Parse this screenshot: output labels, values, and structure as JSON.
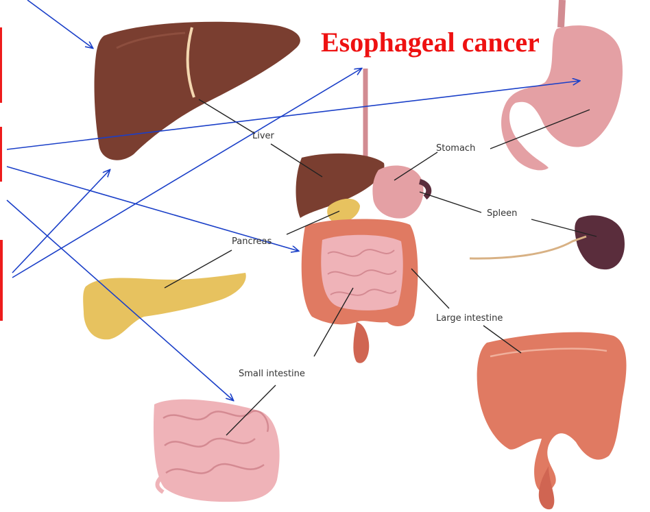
{
  "title": "Esophageal cancer",
  "labels": {
    "liver": "Liver",
    "stomach": "Stomach",
    "spleen": "Spleen",
    "pancreas": "Pancreas",
    "large_intestine": "Large intestine",
    "small_intestine": "Small intestine"
  },
  "colors": {
    "title": "#ee1111",
    "arrow": "#1a3fc8",
    "accent_bar": "#ee1c1c",
    "liver": "#7a3e30",
    "stomach": "#e4a0a4",
    "spleen": "#5a2d3c",
    "pancreas": "#e7c25f",
    "large_intestine": "#e07a62",
    "small_intestine": "#efb3b8",
    "leader_line": "#222222"
  },
  "icons": [
    "liver-icon",
    "stomach-icon",
    "spleen-icon",
    "pancreas-icon",
    "large-intestine-icon",
    "small-intestine-icon",
    "digestive-system-icon",
    "arrow-icon"
  ]
}
